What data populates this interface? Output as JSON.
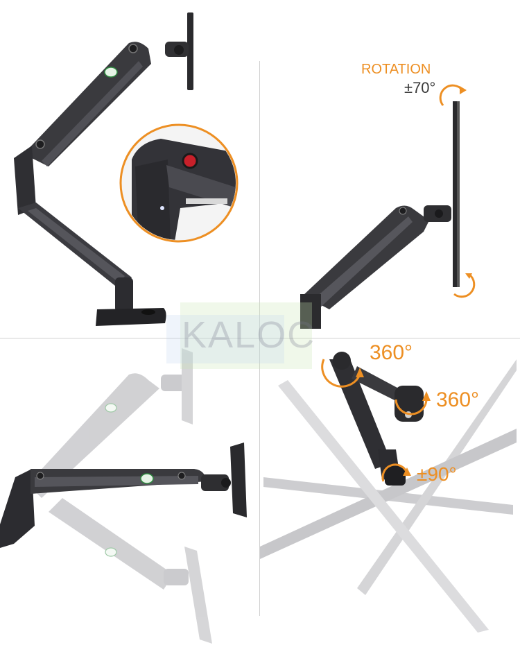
{
  "watermark": {
    "brand": "KALOC"
  },
  "rotation_panel": {
    "title": "ROTATION",
    "angle": "±70°"
  },
  "swivel_panel": {
    "elbow_angle": "360°",
    "joint_angle": "360°",
    "tilt_angle": "±90°"
  },
  "colors": {
    "accent": "#ed8f23",
    "arm": "#2b2b2e",
    "ghost": "#b7b7b9"
  }
}
